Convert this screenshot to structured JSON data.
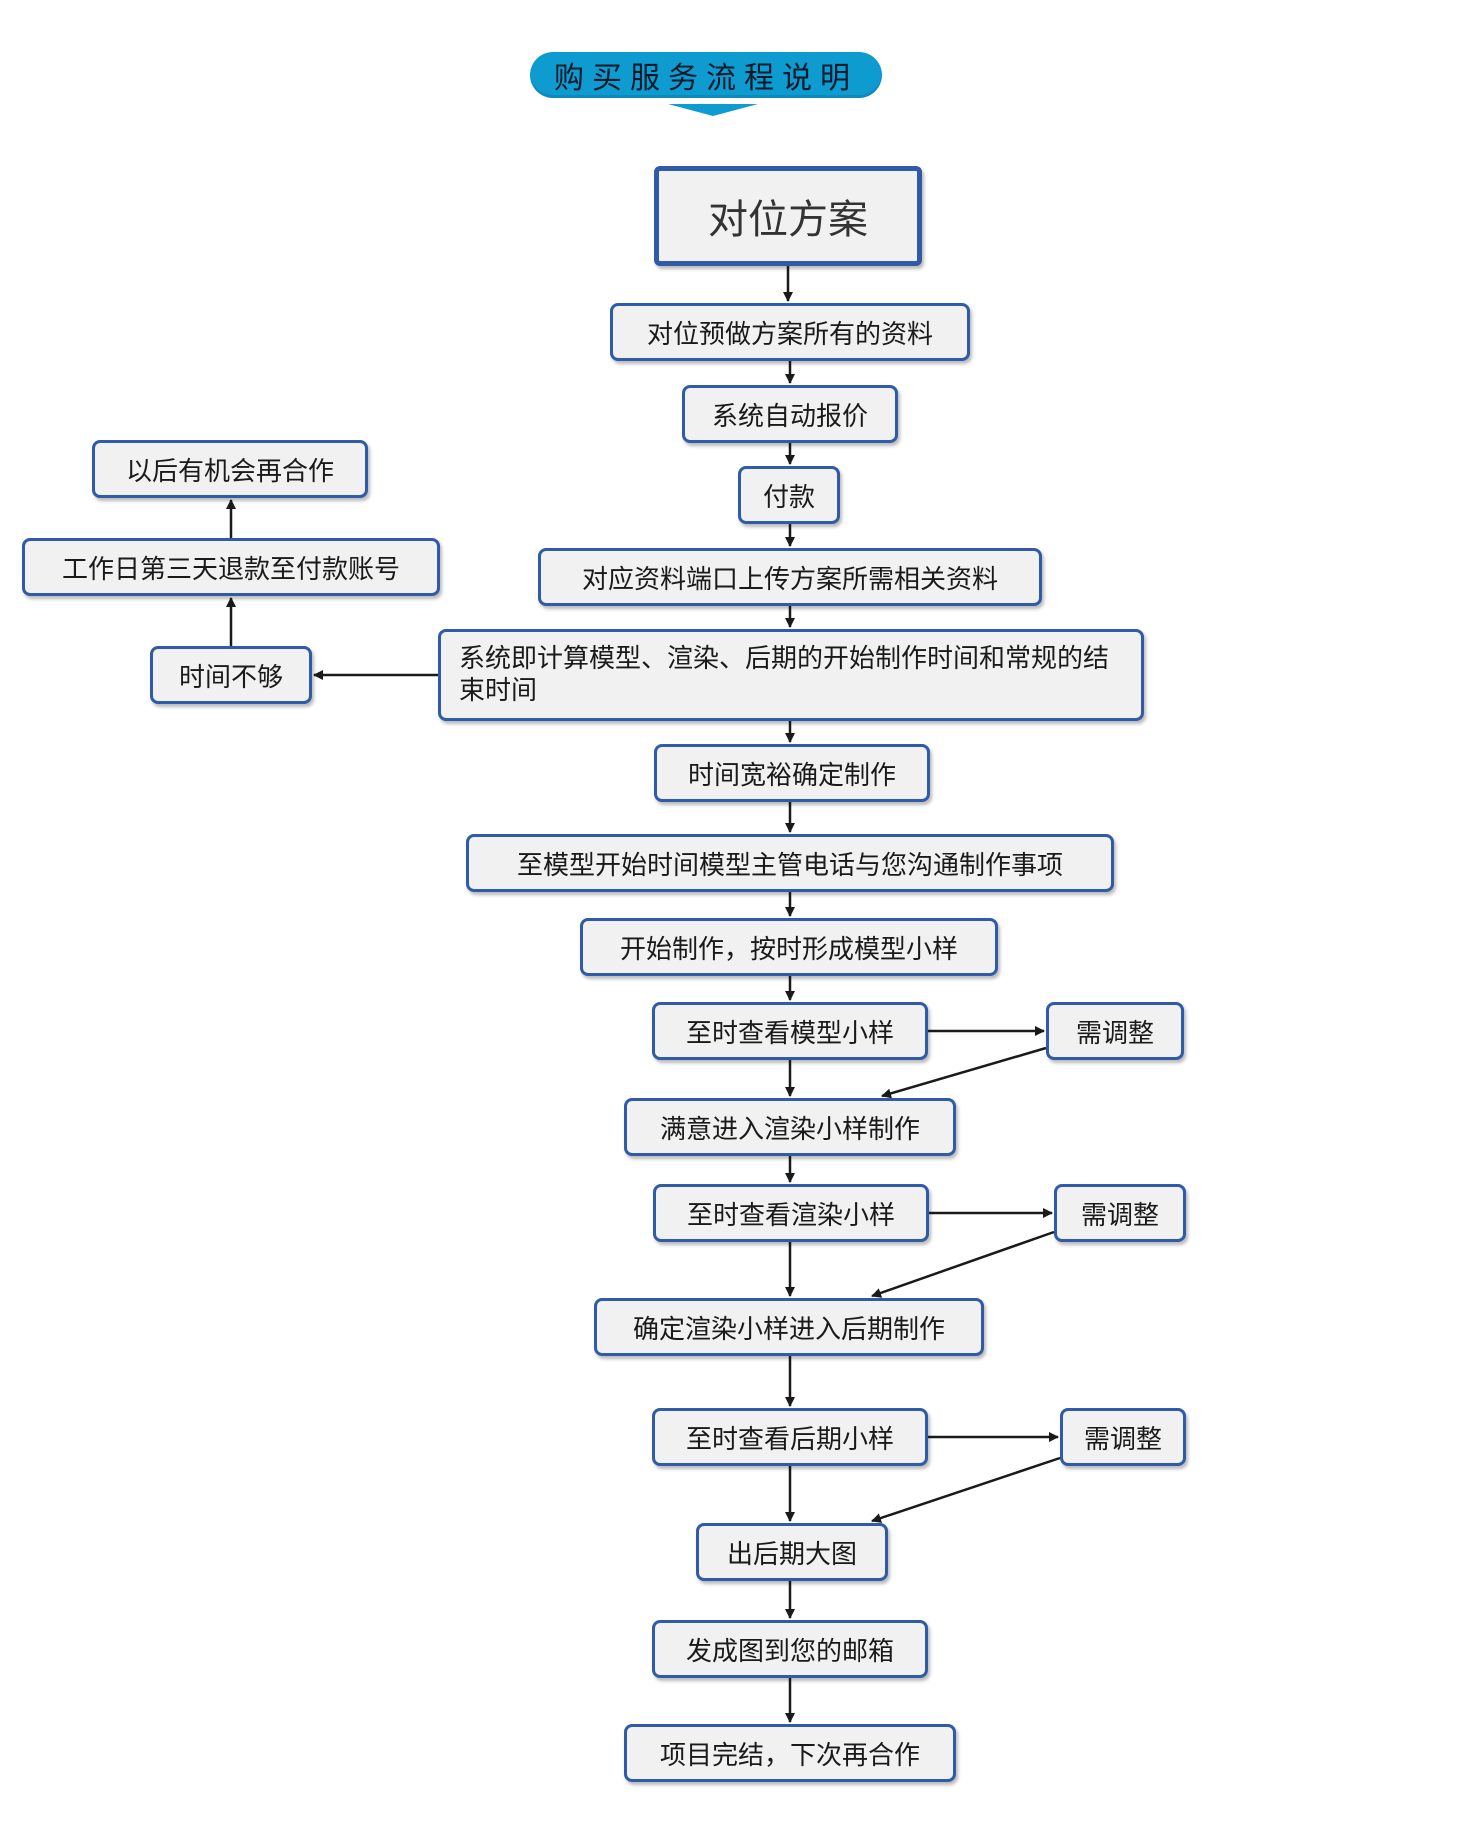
{
  "header": {
    "title": "购买服务流程说明"
  },
  "colors": {
    "accent": "#0e9bd0",
    "box_border": "#2f5ba8",
    "box_fill": "#f1f1f1",
    "arrow": "#1a1a1a"
  },
  "steps": {
    "s1": "对位方案",
    "s2": "对位预做方案所有的资料",
    "s3": "系统自动报价",
    "s4": "付款",
    "s5": "对应资料端口上传方案所需相关资料",
    "s6": "系统即计算模型、渲染、后期的开始制作时间和常规的结束时间",
    "s7": "时间宽裕确定制作",
    "s8": "至模型开始时间模型主管电话与您沟通制作事项",
    "s9": "开始制作，按时形成模型小样",
    "s10": "至时查看模型小样",
    "s11": "满意进入渲染小样制作",
    "s12": "至时查看渲染小样",
    "s13": "确定渲染小样进入后期制作",
    "s14": "至时查看后期小样",
    "s15": "出后期大图",
    "s16": "发成图到您的邮箱",
    "s17": "项目完结，下次再合作"
  },
  "branch": {
    "not_enough": "时间不够",
    "refund": "工作日第三天退款至付款账号",
    "next_time": "以后有机会再合作"
  },
  "adjust": {
    "a1": "需调整",
    "a2": "需调整",
    "a3": "需调整"
  }
}
